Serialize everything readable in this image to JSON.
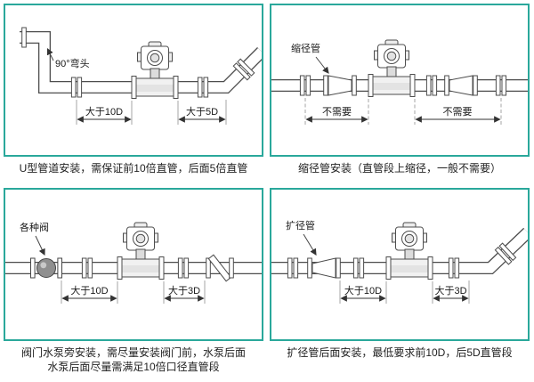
{
  "colors": {
    "panel_border": "#2aa89b",
    "line_art": "#4d4d4d",
    "text": "#222222"
  },
  "panels": [
    {
      "name": "u-type-installation",
      "callout": "90°弯头",
      "dim_left": "大于10D",
      "dim_right": "大于5D",
      "caption": "U型管道安装，需保证前10倍直管，后面5倍直管",
      "components": [
        "90-degree-elbow",
        "flange-pair",
        "flowmeter",
        "flange-pair",
        "outlet-elbow"
      ]
    },
    {
      "name": "reducer-installation",
      "callout": "缩径管",
      "dim_left": "不需要",
      "dim_right": "不需要",
      "caption": "缩径管安装（直管段上缩径，一般不需要）",
      "components": [
        "flange-pair",
        "reducer",
        "flowmeter",
        "flange-pair",
        "expander",
        "flange-pair"
      ]
    },
    {
      "name": "valve-pump-installation",
      "callout": "各种阀",
      "dim_left": "大于10D",
      "dim_right": "大于3D",
      "caption": "阀门水泵旁安装，需尽量安装阀门前，水泵后面",
      "caption2": "水泵后面尽量需满足10倍口径直管段",
      "components": [
        "valve",
        "flange-pair",
        "flowmeter",
        "flange-pair",
        "check-valve"
      ]
    },
    {
      "name": "expander-installation",
      "callout": "扩径管",
      "dim_left": "大于10D",
      "dim_right": "大于3D",
      "caption": "扩径管后面安装，最低要求前10D，后5D直管段",
      "components": [
        "flange-pair",
        "expander",
        "flange-pair",
        "flowmeter",
        "flange-pair",
        "outlet-elbow"
      ]
    }
  ]
}
